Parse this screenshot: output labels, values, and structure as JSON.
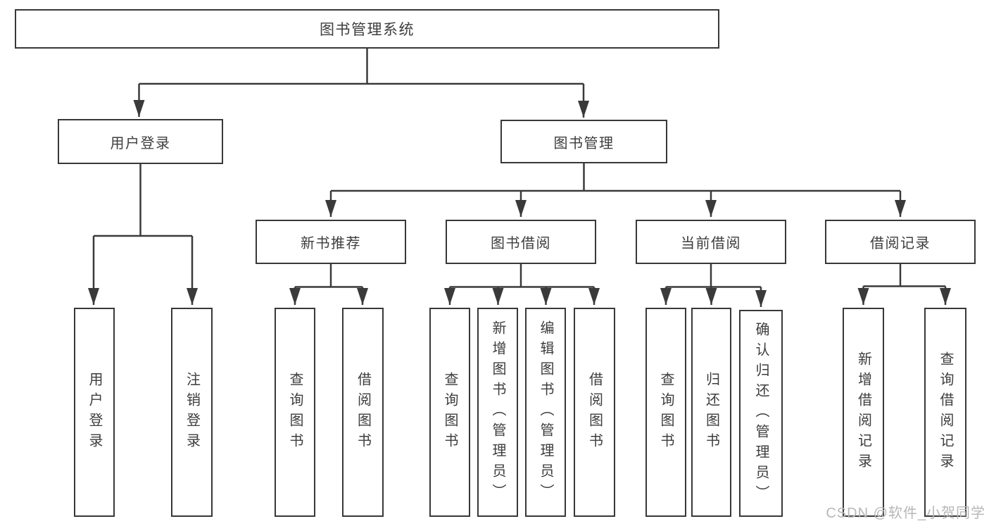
{
  "nodes": {
    "root": "图书管理系统",
    "user_login": "用户登录",
    "book_mgmt": "图书管理",
    "new_book_rec": "新书推荐",
    "book_borrow": "图书借阅",
    "current_borrow": "当前借阅",
    "borrow_records": "借阅记录"
  },
  "leaves": {
    "user": [
      "用户登录",
      "注销登录"
    ],
    "new_book_rec": [
      "查询图书",
      "借阅图书"
    ],
    "book_borrow": [
      "查询图书",
      "新增图书（管理员）",
      "编辑图书（管理员）",
      "借阅图书"
    ],
    "current_borrow": [
      "查询图书",
      "归还图书",
      "确认归还（管理员）"
    ],
    "borrow_records": [
      "新增借阅记录",
      "查询借阅记录"
    ]
  },
  "watermark": "CSDN @软件_小贺同学",
  "colors": {
    "line": "#3a3a3a",
    "text": "#3d3d3d",
    "watermark": "#b7b7b7"
  }
}
